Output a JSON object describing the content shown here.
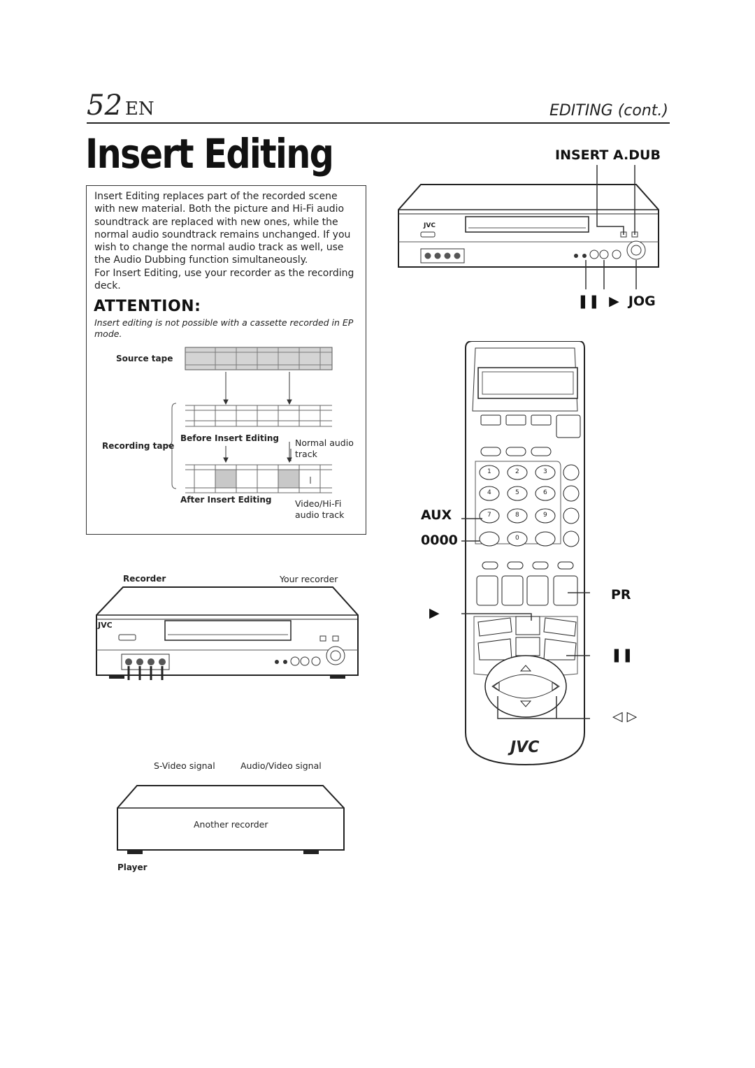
{
  "header": {
    "page_number": "52",
    "page_lang": "EN",
    "section": "EDITING (cont.)"
  },
  "title": "Insert Editing",
  "intro": {
    "p1": "Insert Editing replaces part of the recorded scene with new material. Both the picture and Hi-Fi audio soundtrack are replaced with new ones, while the normal audio soundtrack remains unchanged. If you wish to change the normal audio track as well, use the Audio Dubbing function simultaneously.",
    "p2": "For Insert Editing, use your recorder as the recording deck."
  },
  "attention": {
    "heading": "ATTENTION:",
    "text": "Insert editing is not possible with a cassette recorded in EP mode."
  },
  "tape_diagram": {
    "source_tape": "Source tape",
    "recording_tape": "Recording tape",
    "before": "Before Insert Editing",
    "after": "After Insert Editing",
    "normal_audio": "Normal audio",
    "normal_audio2": "track",
    "video_hifi": "Video/Hi-Fi",
    "video_hifi2": "audio track"
  },
  "connection": {
    "recorder": "Recorder",
    "your_recorder": "Your recorder",
    "svideo": "S-Video signal",
    "av": "Audio/Video signal",
    "another": "Another recorder",
    "player": "Player",
    "brand": "JVC"
  },
  "callouts": {
    "insert_adub": "INSERT  A.DUB",
    "pause_play_jog": "JOG",
    "aux": "AUX",
    "zeros": "0000",
    "pr": "PR",
    "arrows": "◁ ▷"
  },
  "remote": {
    "brand": "JVC",
    "digits": [
      "1",
      "2",
      "3",
      "4",
      "5",
      "6",
      "7",
      "8",
      "9",
      "0"
    ]
  }
}
